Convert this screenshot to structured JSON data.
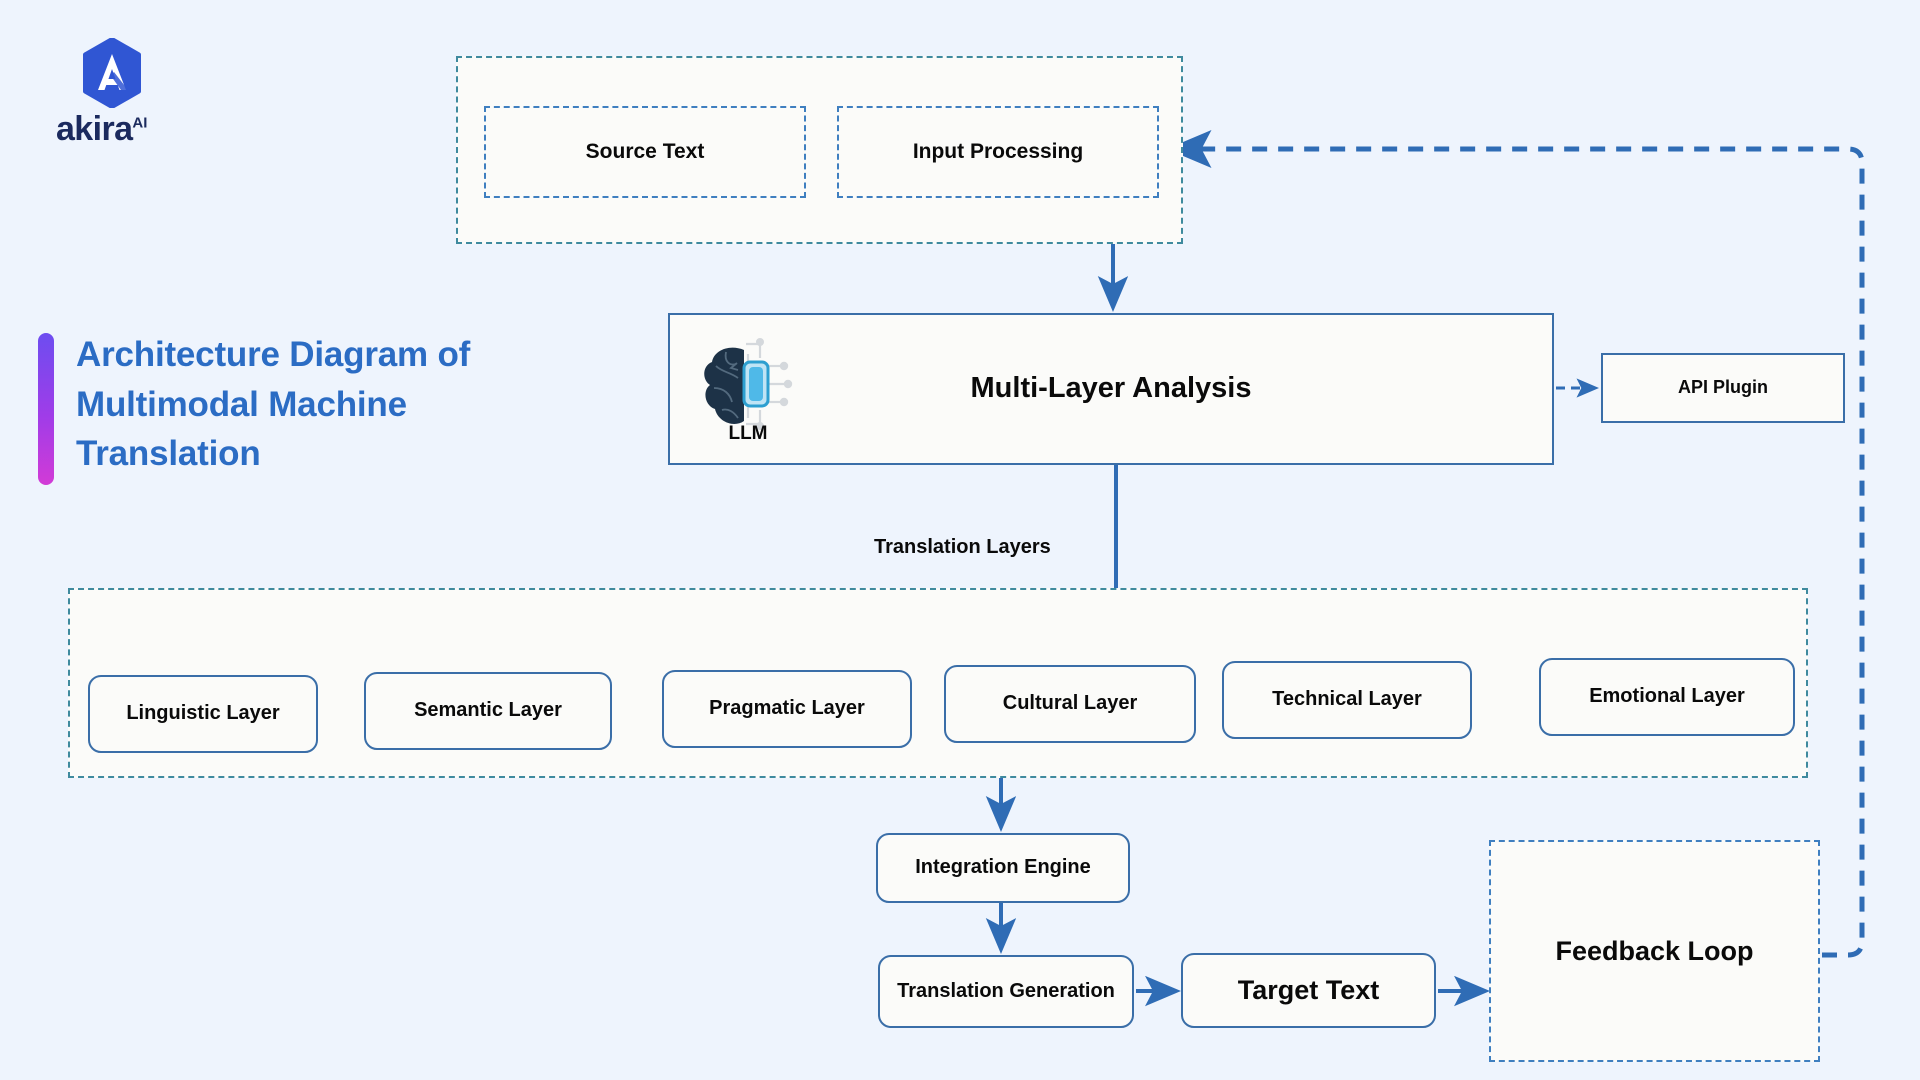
{
  "brand": {
    "wordmark": "akira",
    "superscript": "AI",
    "logo_icon": "akira-hexagon-logo",
    "logo_color": "#3056d3",
    "wordmark_color": "#1b2a5e"
  },
  "title": {
    "text": "Architecture Diagram of Multimodal Machine Translation",
    "color": "#2b6cc4",
    "accent_bar_colors": [
      "#6d4df0",
      "#a03ce8",
      "#d23bd6"
    ]
  },
  "canvas": {
    "background": "#eef4fd",
    "node_fill": "#fbfbf9",
    "stroke_blue": "#3a6ea8",
    "stroke_dashed_blue": "#3f7fc0",
    "stroke_dashed_teal": "#3f8a9e",
    "arrow_blue": "#2f6cb5",
    "text_color": "#0a0a0a"
  },
  "diagram": {
    "input_group": {
      "label": "",
      "nodes": [
        {
          "id": "source-text",
          "label": "Source Text",
          "style": "dashed"
        },
        {
          "id": "input-processing",
          "label": "Input Processing",
          "style": "dashed"
        }
      ]
    },
    "analysis": {
      "label": "Multi-Layer Analysis",
      "style": "solid",
      "icon": {
        "name": "llm-brain-chip-icon",
        "label": "LLM"
      }
    },
    "api_plugin": {
      "label": "API Plugin",
      "style": "solid"
    },
    "layers_group": {
      "label": "Translation Layers",
      "style": "dashed",
      "nodes": [
        {
          "id": "linguistic-layer",
          "label": "Linguistic Layer"
        },
        {
          "id": "semantic-layer",
          "label": "Semantic Layer"
        },
        {
          "id": "pragmatic-layer",
          "label": "Pragmatic Layer"
        },
        {
          "id": "cultural-layer",
          "label": "Cultural Layer"
        },
        {
          "id": "technical-layer",
          "label": "Technical Layer"
        },
        {
          "id": "emotional-layer",
          "label": "Emotional Layer"
        }
      ]
    },
    "output_flow": {
      "nodes": [
        {
          "id": "integration-engine",
          "label": "Integration Engine",
          "style": "solid"
        },
        {
          "id": "translation-generation",
          "label": "Translation Generation",
          "style": "solid"
        },
        {
          "id": "target-text",
          "label": "Target Text",
          "style": "solid"
        },
        {
          "id": "feedback-loop",
          "label": "Feedback Loop",
          "style": "dashed"
        }
      ]
    },
    "connections": [
      {
        "from": "source-text",
        "to": "input-processing",
        "style": "solid"
      },
      {
        "from": "input-processing",
        "to": "analysis",
        "style": "solid"
      },
      {
        "from": "analysis",
        "to": "api-plugin",
        "style": "dashed"
      },
      {
        "from": "analysis",
        "to": "layers-group",
        "style": "solid"
      },
      {
        "from": "layers-group",
        "to": "integration-engine",
        "style": "solid"
      },
      {
        "from": "integration-engine",
        "to": "translation-generation",
        "style": "solid"
      },
      {
        "from": "translation-generation",
        "to": "target-text",
        "style": "solid"
      },
      {
        "from": "target-text",
        "to": "feedback-loop",
        "style": "solid"
      },
      {
        "from": "feedback-loop",
        "to": "input-processing",
        "style": "dashed"
      }
    ]
  }
}
